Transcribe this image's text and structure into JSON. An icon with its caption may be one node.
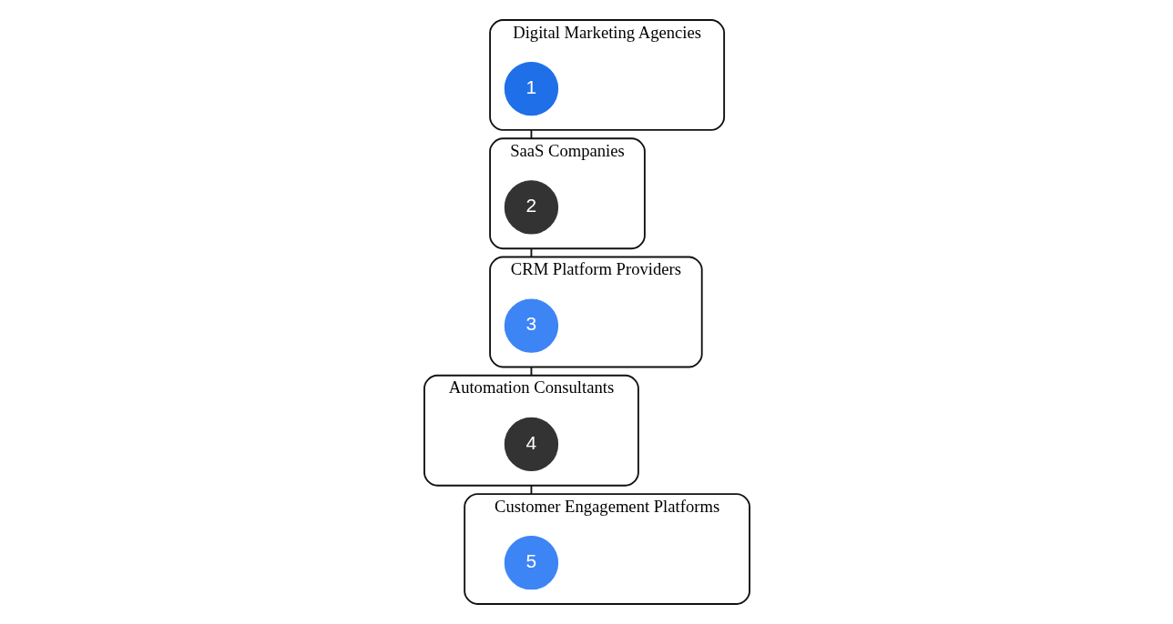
{
  "diagram": {
    "nodes": [
      {
        "text": [
          "Digital Marketing Agencies"
        ]
      },
      {
        "text": [
          "1"
        ],
        "in": 0
      },
      {
        "text": [
          "SaaS Companies"
        ]
      },
      {
        "text": [
          "2"
        ],
        "in": 2
      },
      {
        "text": [
          "CRM Platform Providers"
        ]
      },
      {
        "text": [
          "3"
        ],
        "in": 4
      },
      {
        "text": [
          "Automation Consultants"
        ]
      },
      {
        "text": [
          "4"
        ],
        "in": 6
      },
      {
        "text": [
          "Customer Engagement Platforms"
        ]
      },
      {
        "text": [
          "5"
        ],
        "in": 8
      }
    ],
    "edges": [
      {
        "from": 0,
        "to": 2,
        "arrow": "none"
      },
      {
        "from": 2,
        "to": 4,
        "arrow": "none"
      },
      {
        "from": 4,
        "to": 6,
        "arrow": "none"
      },
      {
        "from": 6,
        "to": 8,
        "arrow": "none"
      }
    ]
  }
}
